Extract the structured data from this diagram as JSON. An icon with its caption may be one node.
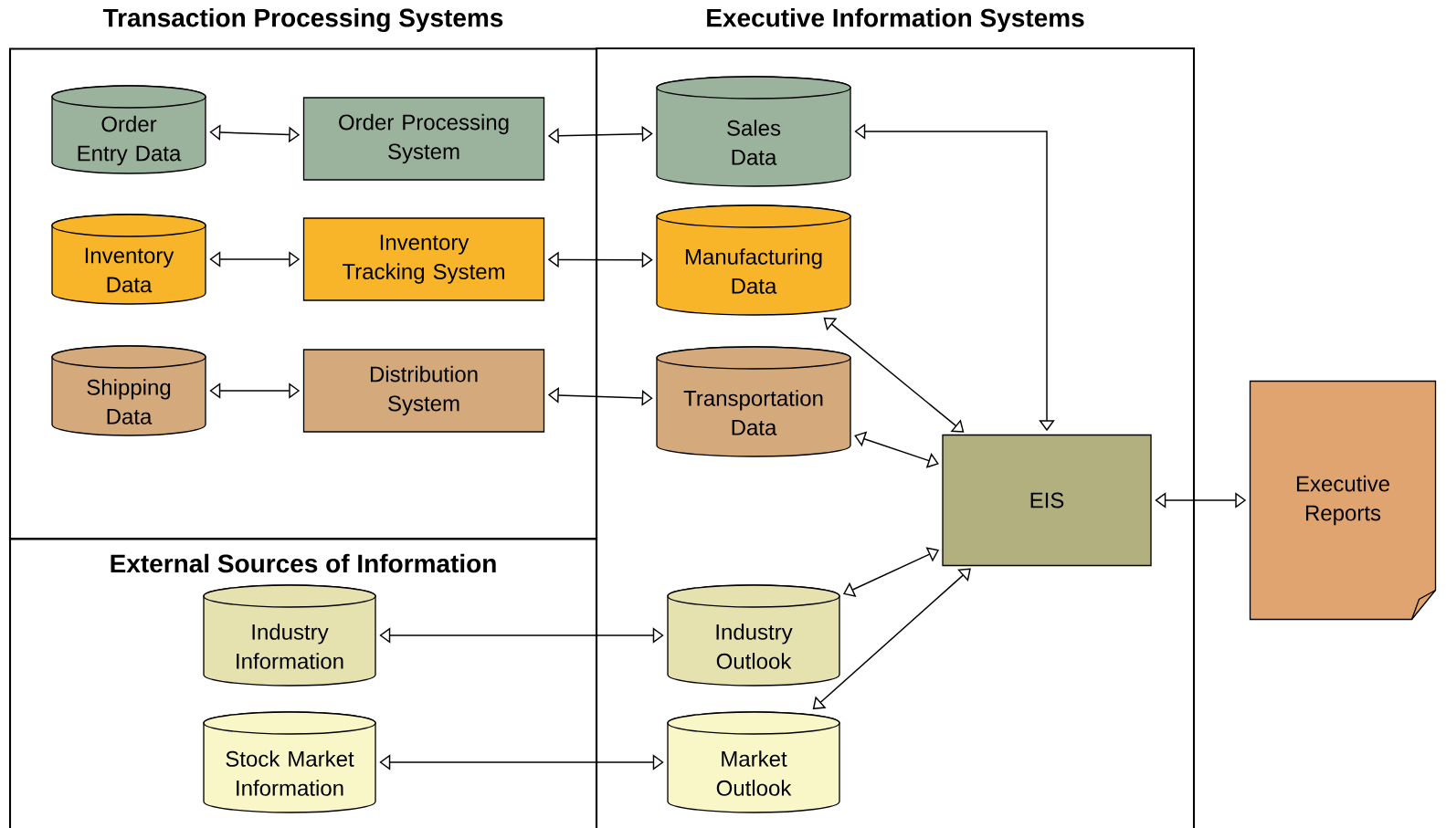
{
  "diagram": {
    "nodes": [
      {
        "text": [
          "Transaction Processing Systems"
        ]
      },
      {
        "text": [
          "Order Entry Data"
        ],
        "in": 0
      },
      {
        "text": [
          "Order Processing System"
        ],
        "in": 0
      },
      {
        "text": [
          "Inventory Data"
        ],
        "in": 0
      },
      {
        "text": [
          "Inventory Tracking System"
        ],
        "in": 0
      },
      {
        "text": [
          "Shipping Data"
        ],
        "in": 0
      },
      {
        "text": [
          "Distribution System"
        ],
        "in": 0
      },
      {
        "text": [
          "External Sources of Information"
        ]
      },
      {
        "text": [
          "Industry Information"
        ],
        "in": 7
      },
      {
        "text": [
          "Stock Market Information"
        ],
        "in": 7
      },
      {
        "text": [
          "Executive Information Systems"
        ]
      },
      {
        "text": [
          "Sales Data"
        ],
        "in": 10
      },
      {
        "text": [
          "Manufacturing Data"
        ],
        "in": 10
      },
      {
        "text": [
          "Transportation Data"
        ],
        "in": 10
      },
      {
        "text": [
          "Industry Outlook"
        ],
        "in": 10
      },
      {
        "text": [
          "Market Outlook"
        ],
        "in": 10
      },
      {
        "text": [
          "EIS"
        ],
        "in": 10
      },
      {
        "text": [
          "Executive Reports"
        ]
      }
    ],
    "edges": [
      {
        "from": 1,
        "to": 2,
        "arrow": "both"
      },
      {
        "from": 3,
        "to": 4,
        "arrow": "both"
      },
      {
        "from": 5,
        "to": 6,
        "arrow": "both"
      },
      {
        "from": 2,
        "to": 11,
        "arrow": "both"
      },
      {
        "from": 4,
        "to": 12,
        "arrow": "both"
      },
      {
        "from": 6,
        "to": 13,
        "arrow": "both"
      },
      {
        "from": 8,
        "to": 14,
        "arrow": "both"
      },
      {
        "from": 9,
        "to": 15,
        "arrow": "both"
      },
      {
        "from": 11,
        "to": 16,
        "arrow": "both"
      },
      {
        "from": 12,
        "to": 16,
        "arrow": "both"
      },
      {
        "from": 13,
        "to": 16,
        "arrow": "both"
      },
      {
        "from": 14,
        "to": 16,
        "arrow": "both"
      },
      {
        "from": 15,
        "to": 16,
        "arrow": "both"
      },
      {
        "from": 16,
        "to": 17,
        "arrow": "both"
      }
    ]
  }
}
